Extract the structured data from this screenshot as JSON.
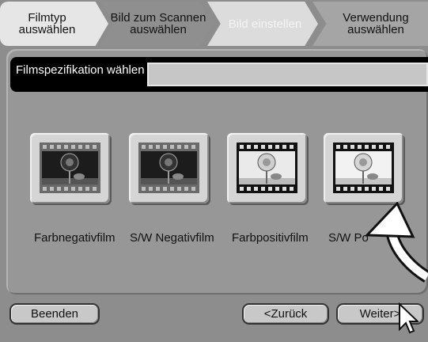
{
  "wizard": {
    "steps": [
      {
        "label": "Filmtyp\nauswählen",
        "state": "done"
      },
      {
        "label": "Bild zum Scannen\nauswählen",
        "state": "active"
      },
      {
        "label": "Bild einstellen",
        "state": "disabled"
      },
      {
        "label": "Verwendung\nauswählen",
        "state": "pending"
      }
    ]
  },
  "spec": {
    "label": "Filmspezifikation wählen",
    "value": ""
  },
  "films": [
    {
      "label": "Farbnegativfilm",
      "icon": "color-negative-film-icon"
    },
    {
      "label": "S/W Negativfilm",
      "icon": "bw-negative-film-icon"
    },
    {
      "label": "Farbpositivfilm",
      "icon": "color-positive-film-icon"
    },
    {
      "label": "S/W Po",
      "icon": "bw-positive-film-icon"
    }
  ],
  "buttons": {
    "quit": "Beenden",
    "back": "<Zurück",
    "next": "Weiter>"
  },
  "colors": {
    "background": "#8d8d8d",
    "spec_bar": "#000000"
  }
}
